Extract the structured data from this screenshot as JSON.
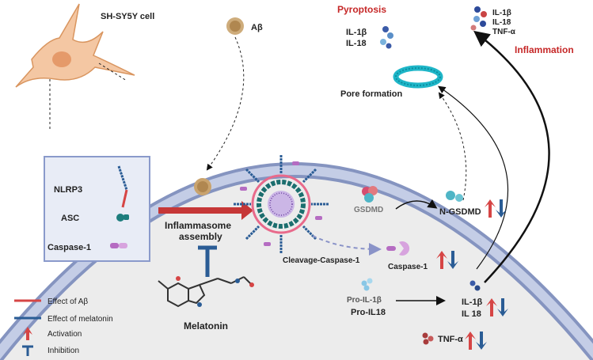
{
  "labels": {
    "cell": "SH-SY5Y cell",
    "abeta": "Aβ",
    "pyroptosis": "Pyroptosis",
    "il1b": "IL-1β",
    "il18": "IL-18",
    "pore": "Pore formation",
    "inflammation": "Inflammation",
    "tnf": "TNF-α",
    "nlrp3": "NLRP3",
    "asc": "ASC",
    "casp1": "Caspase-1",
    "infl_assembly_1": "Inflammasome",
    "infl_assembly_2": "assembly",
    "gsdmd": "GSDMD",
    "ngsdmd": "N-GSDMD",
    "cleavage": "Cleavage-Caspase-1",
    "casp1_2": "Caspase-1",
    "pro_il1b": "Pro-IL-1β",
    "pro_il18": "Pro-IL18",
    "il1b_in": "IL-1β",
    "il18_in": "IL 18",
    "tnf_in": "TNF-α",
    "melatonin": "Melatonin"
  },
  "legend": [
    {
      "label": "Effect of Aβ",
      "color": "#d64545",
      "kind": "line"
    },
    {
      "label": "Effect of melatonin",
      "color": "#2a5c95",
      "kind": "line"
    },
    {
      "label": "Activation",
      "color": "#d64545",
      "kind": "arrow"
    },
    {
      "label": "Inhibition",
      "color": "#2a5c95",
      "kind": "tbar"
    }
  ],
  "colors": {
    "red": "#d64545",
    "blue": "#2a5c95",
    "membrane": "#aab5d3",
    "teal": "#1d8a8a",
    "cyto": "#eeeeee"
  }
}
